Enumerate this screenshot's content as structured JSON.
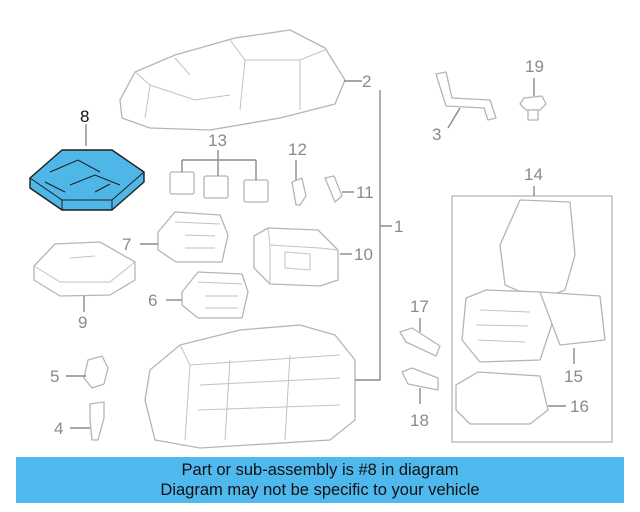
{
  "diagram": {
    "callouts": [
      "1",
      "2",
      "3",
      "4",
      "5",
      "6",
      "7",
      "8",
      "9",
      "10",
      "11",
      "12",
      "13",
      "14",
      "15",
      "16",
      "17",
      "18",
      "19"
    ],
    "highlighted_part": "8",
    "colors": {
      "highlight": "#4fb6e8",
      "banner": "#4fb8ec",
      "lines": "#b5b5b5"
    }
  },
  "banner": {
    "line1": "Part or sub-assembly is #8 in diagram",
    "line2": "Diagram may not be specific to your vehicle"
  }
}
